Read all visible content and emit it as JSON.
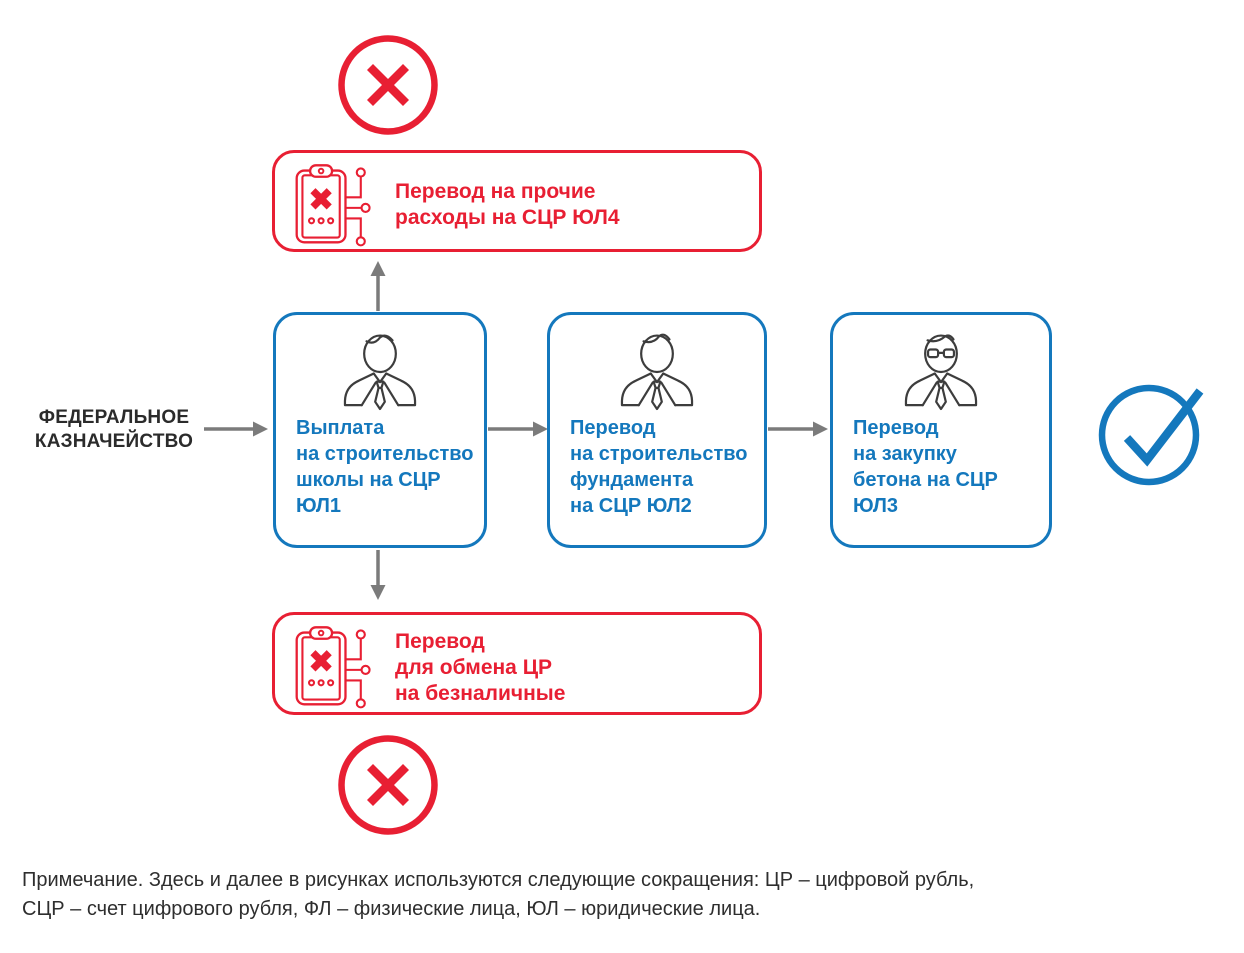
{
  "colors": {
    "red": "#e81f33",
    "blue": "#1478bd",
    "arrow": "#7b7b7b",
    "dark": "#2b2b2b",
    "icon": "#3d3d3d"
  },
  "source": {
    "label": "ФЕДЕРАЛЬНОЕ\nКАЗНАЧЕЙСТВО"
  },
  "flow_boxes": [
    {
      "id": "ul1",
      "text": "Выплата\nна строительство\nшколы на СЦР\nЮЛ1"
    },
    {
      "id": "ul2",
      "text": "Перевод\nна строительство\nфундамента\nна СЦР ЮЛ2"
    },
    {
      "id": "ul3",
      "text": "Перевод\nна закупку\nбетона на СЦР\nЮЛ3"
    }
  ],
  "blocked_boxes": {
    "top": {
      "text": "Перевод на прочие\nрасходы на СЦР ЮЛ4"
    },
    "bottom": {
      "text": "Перевод\nдля обмена ЦР\nна безналичные"
    }
  },
  "icons": {
    "cross_circle": "cross-circle-icon",
    "check_circle": "check-circle-icon",
    "blocked_device": "blocked-device-icon",
    "person": "person-icon",
    "person_glasses": "person-glasses-icon",
    "arrow": "arrow-icon"
  },
  "note": "Примечание. Здесь и далее в рисунках используются следующие сокращения: ЦР – цифровой рубль,\nСЦР – счет цифрового рубля, ФЛ – физические лица, ЮЛ – юридические лица."
}
